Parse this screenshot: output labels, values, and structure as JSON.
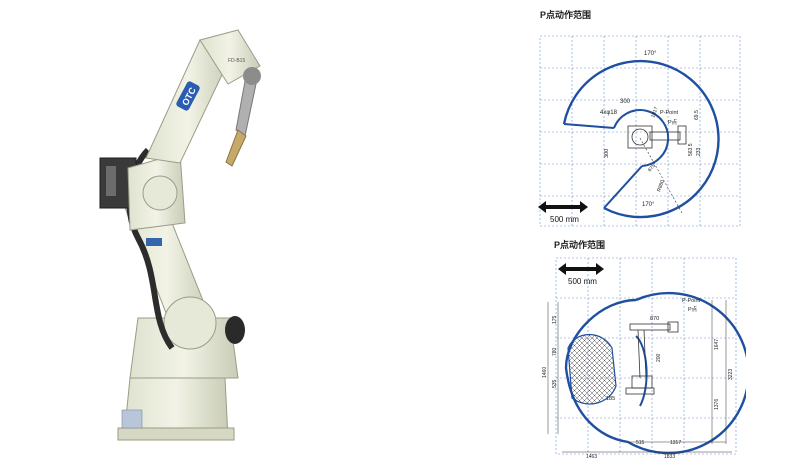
{
  "robot": {
    "brand_badge": "OTC",
    "model_label": "FD-B15"
  },
  "top_diagram": {
    "title": "P点动作范围",
    "scale_label": "500 mm",
    "labels": {
      "angle_top": "170°",
      "angle_bottom": "170°",
      "dim_300": "300",
      "dim_4xphi18": "4xφ18",
      "dim_1817": "1817",
      "p_point": "P-Point",
      "p_mark": "P点",
      "dim_69_5": "69.5",
      "dim_300_side": "300",
      "dim_563_5": "563.5",
      "dim_233": "233",
      "dim_675": "675",
      "dim_r880": "R880"
    },
    "colors": {
      "range": "#1f4fa0",
      "grid": "#6a8fd0",
      "robot": "#333333"
    }
  },
  "bottom_diagram": {
    "title": "P点动作范围",
    "scale_label": "500 mm",
    "labels": {
      "p_point": "P-Point",
      "p_mark": "P点",
      "dim_870": "870",
      "dim_175": "175",
      "dim_780": "780",
      "dim_535": "535",
      "dim_1460": "1460",
      "dim_200": "200",
      "dim_185": "185",
      "dim_515": "515",
      "dim_1317": "1317",
      "dim_1463": "1463",
      "dim_1833": "1833",
      "dim_1647": "1647",
      "dim_1376": "1376",
      "dim_3223": "3223"
    }
  }
}
